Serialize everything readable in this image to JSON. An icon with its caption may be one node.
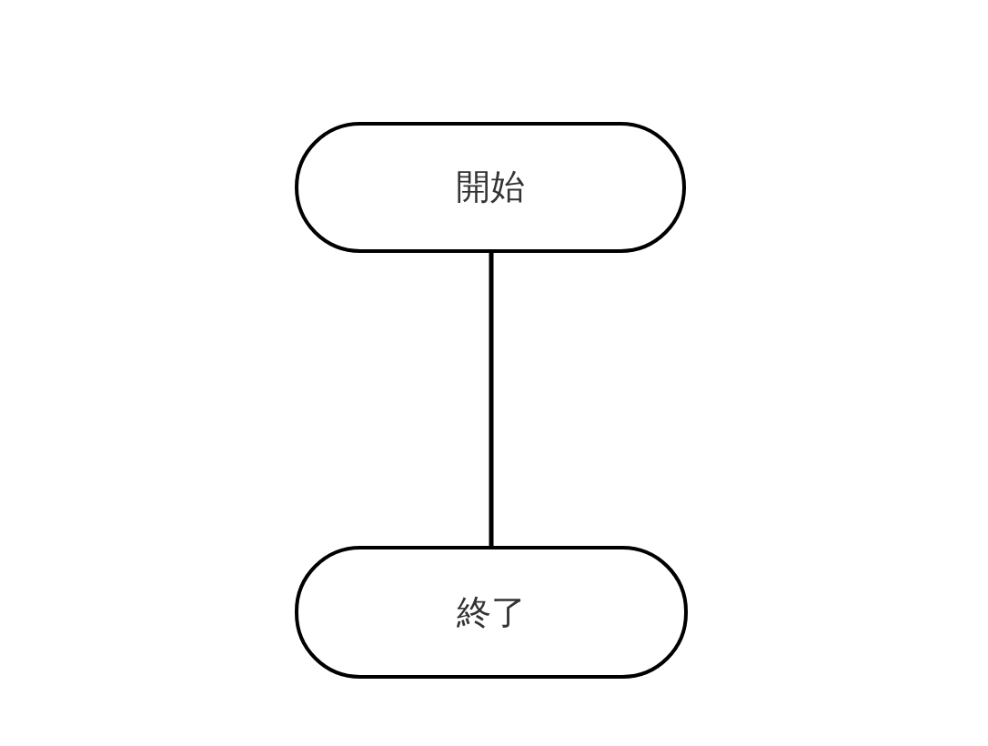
{
  "diagram": {
    "nodes": [
      {
        "text": [
          "開始"
        ]
      },
      {
        "text": [
          "終了"
        ]
      }
    ],
    "edges": [
      {
        "from": 0,
        "to": 1,
        "arrow": "none"
      }
    ]
  }
}
